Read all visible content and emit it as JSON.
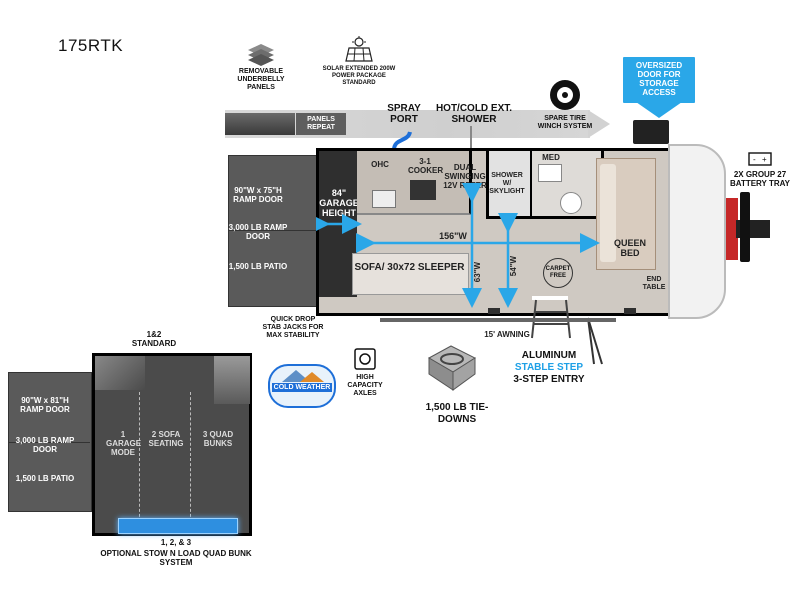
{
  "model": "175RTK",
  "colors": {
    "accent_blue": "#2aa7e8",
    "wall": "#000000",
    "floor": "#cfc9c2",
    "ramp_grey": "#555555"
  },
  "top_labels": {
    "underbelly": "REMOVABLE UNDERBELLY PANELS",
    "solar": "SOLAR EXTENDED 200W POWER PACKAGE STANDARD",
    "panels_repeat": "PANELS REPEAT",
    "spray_port": "SPRAY PORT",
    "shower": "HOT/COLD EXT. SHOWER",
    "spare_tire": "SPARE TIRE WINCH SYSTEM",
    "oversized_door": "OVERSIZED DOOR FOR STORAGE ACCESS"
  },
  "main_ramp": {
    "ramp_door": "90\"W x 75\"H RAMP DOOR",
    "ramp_capacity": "3,000 LB RAMP DOOR",
    "patio": "1,500 LB PATIO"
  },
  "interior": {
    "garage_height": "84\" GARAGE HEIGHT",
    "ohc": "OHC",
    "cooker": "3-1 COOKER",
    "refer": "DUAL SWINGING 12V REFER",
    "shower": "SHOWER W/ SKYLIGHT",
    "med": "MED",
    "queen_bed": "QUEEN BED",
    "end_table": "END TABLE",
    "sofa": "SOFA/ 30x72 SLEEPER",
    "width_156": "156\"W",
    "width_63": "63\"W",
    "width_54": "54\"W",
    "carpet": "CARPET FREE"
  },
  "right_labels": {
    "battery": "2X GROUP 27 BATTERY TRAY"
  },
  "bottom_labels": {
    "stab_jacks": "QUICK DROP STAB JACKS FOR MAX STABILITY",
    "high_capacity": "HIGH CAPACITY AXLES",
    "tie_downs": "1,500 LB TIE-DOWNS",
    "awning": "15' AWNING",
    "aluminum": "ALUMINUM",
    "stable_step": "STABLE STEP",
    "entry": "3-STEP ENTRY",
    "cold_weather": "COLD WEATHER"
  },
  "inset": {
    "standard": "1&2 STANDARD",
    "ramp_door": "90\"W x 81\"H RAMP DOOR",
    "ramp_capacity": "3,000 LB RAMP DOOR",
    "patio": "1,500 LB PATIO",
    "mode1": "1 GARAGE MODE",
    "mode2": "2 SOFA SEATING",
    "mode3": "3 QUAD BUNKS",
    "optional_num": "1, 2, & 3",
    "optional": "OPTIONAL STOW N LOAD QUAD BUNK SYSTEM"
  }
}
